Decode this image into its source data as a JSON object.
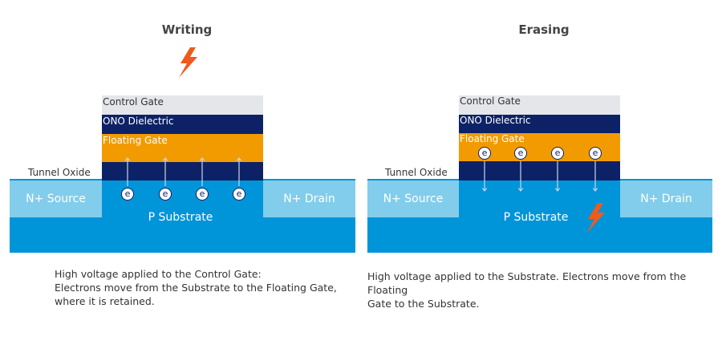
{
  "colors": {
    "control_gate": "#e4e6ea",
    "ono": "#0d2266",
    "floating_gate": "#f29b00",
    "tunnel_oxide": "#0d2266",
    "substrate": "#0094d9",
    "source_drain": "#82cdec",
    "bolt": "#f05a1a",
    "arrow": "#c8d7ec"
  },
  "writing": {
    "title": "Writing",
    "control_gate": "Control Gate",
    "ono": "ONO Dielectric",
    "floating_gate": "Floating Gate",
    "tunnel_oxide": "Tunnel Oxide",
    "source": "N+ Source",
    "drain": "N+ Drain",
    "substrate": "P Substrate",
    "electron": "e",
    "caption": [
      "High voltage applied to the Control Gate:",
      "Electrons move from the Substrate to the Floating Gate,",
      "where it is retained."
    ]
  },
  "erasing": {
    "title": "Erasing",
    "control_gate": "Control Gate",
    "ono": "ONO Dielectric",
    "floating_gate": "Floating Gate",
    "tunnel_oxide": "Tunnel Oxide",
    "source": "N+ Source",
    "drain": "N+ Drain",
    "substrate": "P Substrate",
    "electron": "e",
    "caption": [
      "High voltage applied to the Substrate. Electrons move from the Floating",
      "Gate to the Substrate."
    ]
  }
}
